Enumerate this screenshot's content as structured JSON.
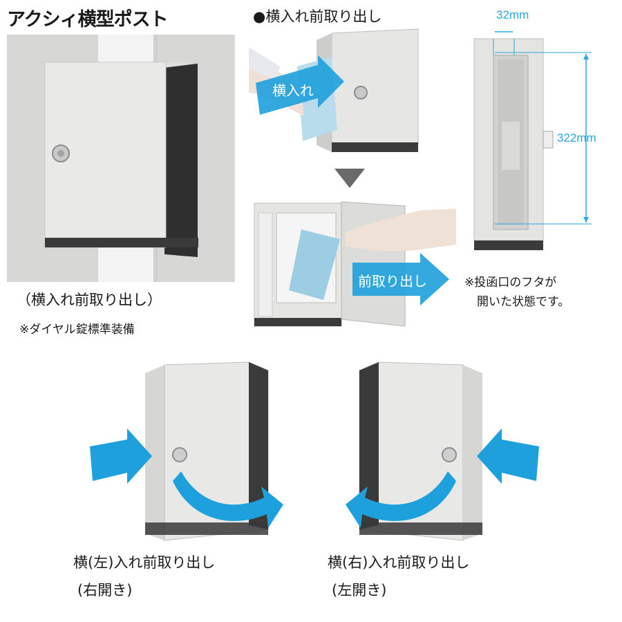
{
  "product": {
    "title": "アクシィ横型ポスト",
    "photo_caption": "（横入れ前取り出し）",
    "photo_note": "※ダイヤル錠標準装備"
  },
  "process": {
    "heading": "●横入れ前取り出し",
    "insert_label": "横入れ",
    "retrieve_label": "前取り出し"
  },
  "dimensions": {
    "width_label": "32mm",
    "height_label": "322mm",
    "note_line1": "※投函口のフタが",
    "note_line2": "開いた状態です。"
  },
  "variants": [
    {
      "line1": "横(左)入れ前取り出し",
      "line2": "(右開き)"
    },
    {
      "line1": "横(右)入れ前取り出し",
      "line2": "(左開き)"
    }
  ],
  "colors": {
    "arrow": "#1ea0dc",
    "body": "#e3e4e2",
    "dark": "#2b2b2b"
  }
}
